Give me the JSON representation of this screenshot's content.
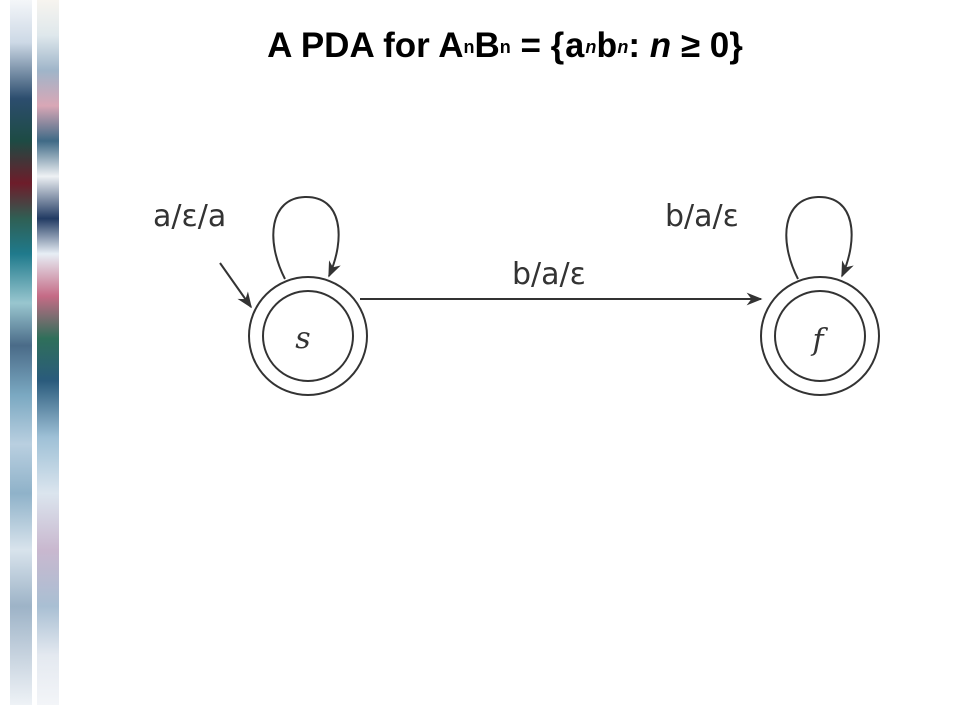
{
  "title": {
    "prefix": "A PDA for A",
    "sup1": "n",
    "mid": "B",
    "sup2": "n",
    "eq": " = {",
    "a": "a",
    "sup3": "n",
    "b": "b",
    "sup4": "n",
    "colon": ": ",
    "n": "n",
    "cond": " ≥ 0}"
  },
  "diagram": {
    "states": [
      {
        "id": "s",
        "label": "s",
        "start": true,
        "accepting": true
      },
      {
        "id": "f",
        "label": "f",
        "start": false,
        "accepting": true
      }
    ],
    "transitions": [
      {
        "from": "s",
        "to": "s",
        "label": "a/ε/a"
      },
      {
        "from": "s",
        "to": "f",
        "label": "b/a/ε"
      },
      {
        "from": "f",
        "to": "f",
        "label": "b/a/ε"
      }
    ]
  }
}
